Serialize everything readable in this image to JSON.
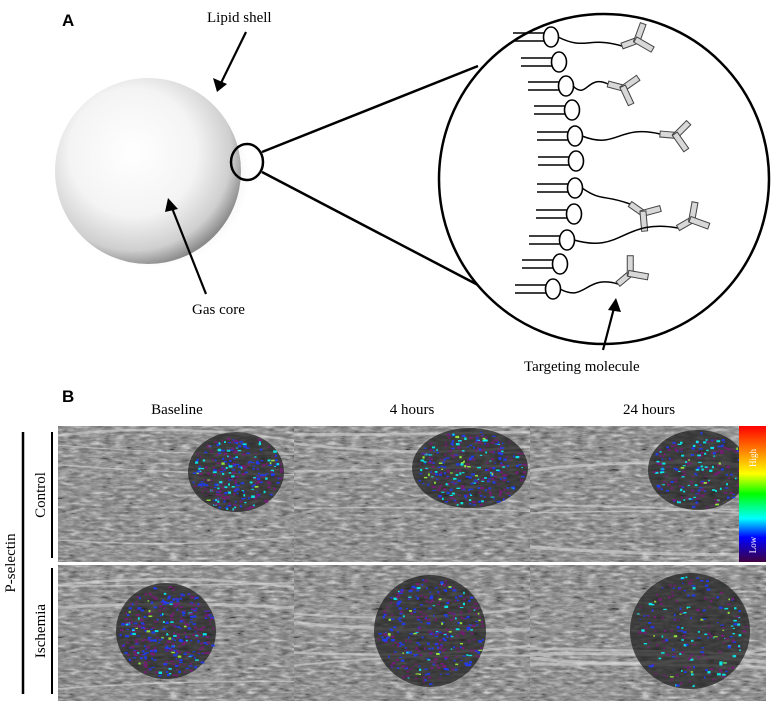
{
  "panel_a": {
    "letter": "A",
    "lipid_shell_label": "Lipid shell",
    "gas_core_label": "Gas core",
    "targeting_label": "Targeting molecule"
  },
  "panel_b": {
    "letter": "B",
    "columns": [
      "Baseline",
      "4 hours",
      "24 hours"
    ],
    "rows": [
      "Control",
      "Ischemia"
    ],
    "group_label": "P-selectin",
    "colorbar": {
      "high": "High",
      "low": "Low"
    },
    "signal_levels": [
      [
        0.55,
        0.6,
        0.35
      ],
      [
        0.75,
        0.7,
        0.35
      ]
    ]
  },
  "colors": {
    "signal_high": "#00ffff",
    "signal_mid": "#1e3cff",
    "signal_low": "#7a1a7a",
    "tissue": "#6e6e6e"
  }
}
